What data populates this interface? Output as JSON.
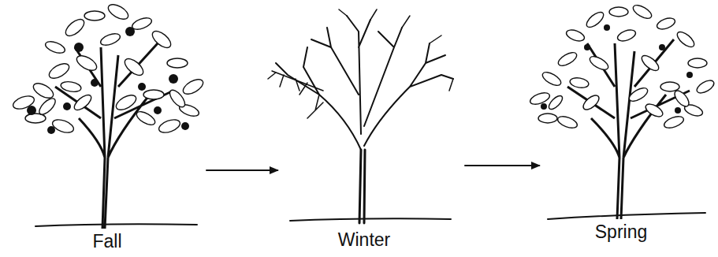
{
  "diagram": {
    "labels": [
      "Fall",
      "Winter",
      "Spring"
    ]
  }
}
